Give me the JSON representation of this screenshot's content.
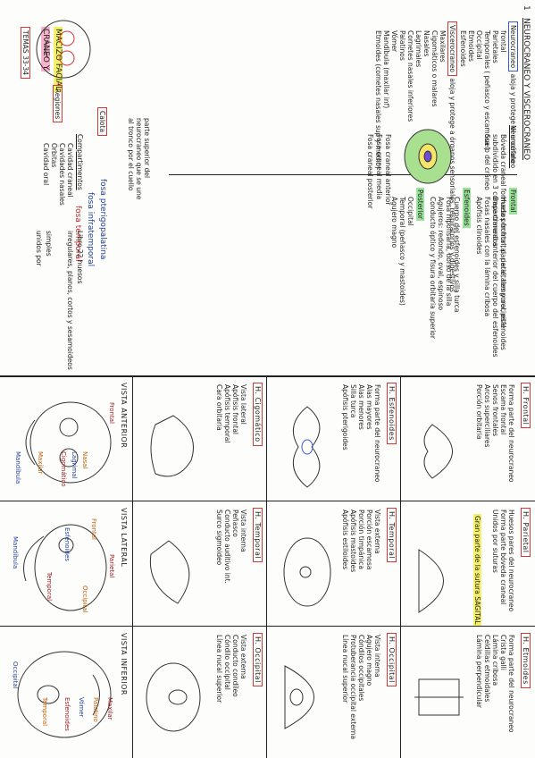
{
  "left": {
    "topic": "TEMAS 33-34",
    "title_1": "CRÁNEO Y",
    "title_2": "MACIZO FACIAL",
    "section_number": "1",
    "main_heading": "NEUROCRANEO Y VISCEROCRANEO",
    "neuro_label": "Neurocraneo",
    "neuro_desc": "aloja y protege el encéfalo",
    "neuro_bones": [
      "frontal",
      "Parietales",
      "Temporales ( peñasco y escamosa )",
      "Occipital",
      "Etmoides",
      "Esfenoides"
    ],
    "viscero_label": "Viscerocraneo",
    "viscero_desc": "aloja y protege a órganos sensoriales, respiratorios y digestivos",
    "viscero_bones": [
      "Maxilares",
      "Cigomáticos o malares",
      "Nasales",
      "Lagrimales",
      "Cornetes nasales inferiores",
      "Palatinos",
      "Vómer",
      "Mandíbula (maxilar inf)",
      "Etmoides (cornetes nasales sup y medio)"
    ],
    "calota_label": "Calota",
    "calota_desc": "parte superior del neurocraneo que se une al tronco por el cuello",
    "compartments_label": "Compartimentos",
    "compartments": [
      "Cavidad craneal",
      "Cavidades nasales",
      "Órbitas",
      "Cavidad oral"
    ],
    "regions_label": "Regiones",
    "neurocraneo_note_label": "Neurocraneo",
    "neuro_note_1": "Bóveda craneal formada por frontal, parietales y occipital",
    "neuro_note_2": "Suelo del cráneo",
    "neuro_note_3": "Fosa craneal anterior",
    "neuro_note_4": "Fosa craneal media",
    "neuro_note_5": "Fosa craneal posterior",
    "subdivided_note": "subdividido en 3 compartimentos",
    "frontal_bones_label": "Frontal",
    "frontal_bones_lines": [
      "Huesos frontal, parietal, temporal, esfenoides",
      "Base craneal anterior del cuerpo del esfenoides",
      "Fosas nasales con la lámina cribosa",
      "Apófisis clinoides"
    ],
    "esfenoides_lines": [
      "Cuerpo del esfenoides y silla turca",
      "Fosa hipofisaria, dorso de la silla",
      "Agujeros: redondo, oval, espinoso",
      "Conducto óptico y fisura orbitaria superior"
    ],
    "esfenoides_label": "Esfenoides",
    "posterior_label": "Posterior",
    "posterior_lines": [
      "Occipital",
      "Temporal (peñasco y mastoides)",
      "Agujero magno"
    ],
    "fosa_pterigo_label": "fosa pterigopalatina",
    "fosa_infra_label": "fosa infratemporal",
    "fosa_temp_label": "fosa temporal",
    "bottom_note_1": "Libro 22 huesos",
    "bottom_note_2": "irregulares, planos, cortos y sesamoideos",
    "bottom_note_3": "simples",
    "bottom_note_4": "unidos por"
  },
  "panels": {
    "row1": [
      {
        "title": "H. Frontal",
        "lines": [
          "Forma parte del neurocraneo",
          "Escama frontal",
          "Senos frontales",
          "Arcos superciliares",
          "Porción orbitaria"
        ]
      },
      {
        "title": "H. Parietal",
        "lines": [
          "Huesos pares del neurocraneo",
          "Forma parte bóveda craneal",
          "Unidos por suturas",
          "Gran parte de la sutura SAGITAL"
        ]
      },
      {
        "title": "H. Etmoides",
        "lines": [
          "Forma parte del neurocraneo",
          "Crista galli",
          "Lámina cribosa",
          "Celdillas etmoidales",
          "Lámina perpendicular"
        ]
      },
      {
        "title": "VISTA ANTERIOR",
        "lines": [
          "Frontal",
          "Nasal",
          "Lagrimal",
          "Cigomático",
          "Maxilar",
          "Mandíbula"
        ]
      }
    ],
    "row2": [
      {
        "title": "H. Esfenoides",
        "lines": [
          "Forma parte del neurocraneo",
          "Alas mayores",
          "Alas menores",
          "Silla turca",
          "Apófisis pterigoides"
        ]
      },
      {
        "title": "H. Temporal",
        "lines": [
          "Vista externa",
          "Porción escamosa",
          "Porción timpánica",
          "Apófisis mastoides",
          "Apófisis estiloides"
        ]
      },
      {
        "title": "H. Occipital",
        "lines": [
          "Vista interna",
          "Agujero magno",
          "Cóndilos occipitales",
          "Protuberancia occipital externa",
          "Línea nucal superior"
        ]
      },
      {
        "title": "VISTA LATERAL",
        "lines": [
          "Parietal",
          "Frontal",
          "Esfenoides",
          "Temporal",
          "Occipital",
          "Mandíbula"
        ]
      }
    ],
    "row3": [
      {
        "title": "H. Cigomático",
        "lines": [
          "Vista lateral",
          "Apófisis frontal",
          "Apófisis temporal",
          "Cara orbitaria"
        ]
      },
      {
        "title": "H. Temporal",
        "lines": [
          "Vista interna",
          "Peñasco",
          "Conducto auditivo int.",
          "Surco sigmoideo"
        ]
      },
      {
        "title": "H. Occipital",
        "lines": [
          "Vista externa",
          "Conducto condíleo",
          "Cóndilo occipital",
          "Línea nucal superior"
        ]
      },
      {
        "title": "VISTA INFERIOR",
        "lines": [
          "Maxilar",
          "Palatino",
          "Vómer",
          "Esfenoides",
          "Temporal",
          "Occipital"
        ]
      }
    ]
  }
}
